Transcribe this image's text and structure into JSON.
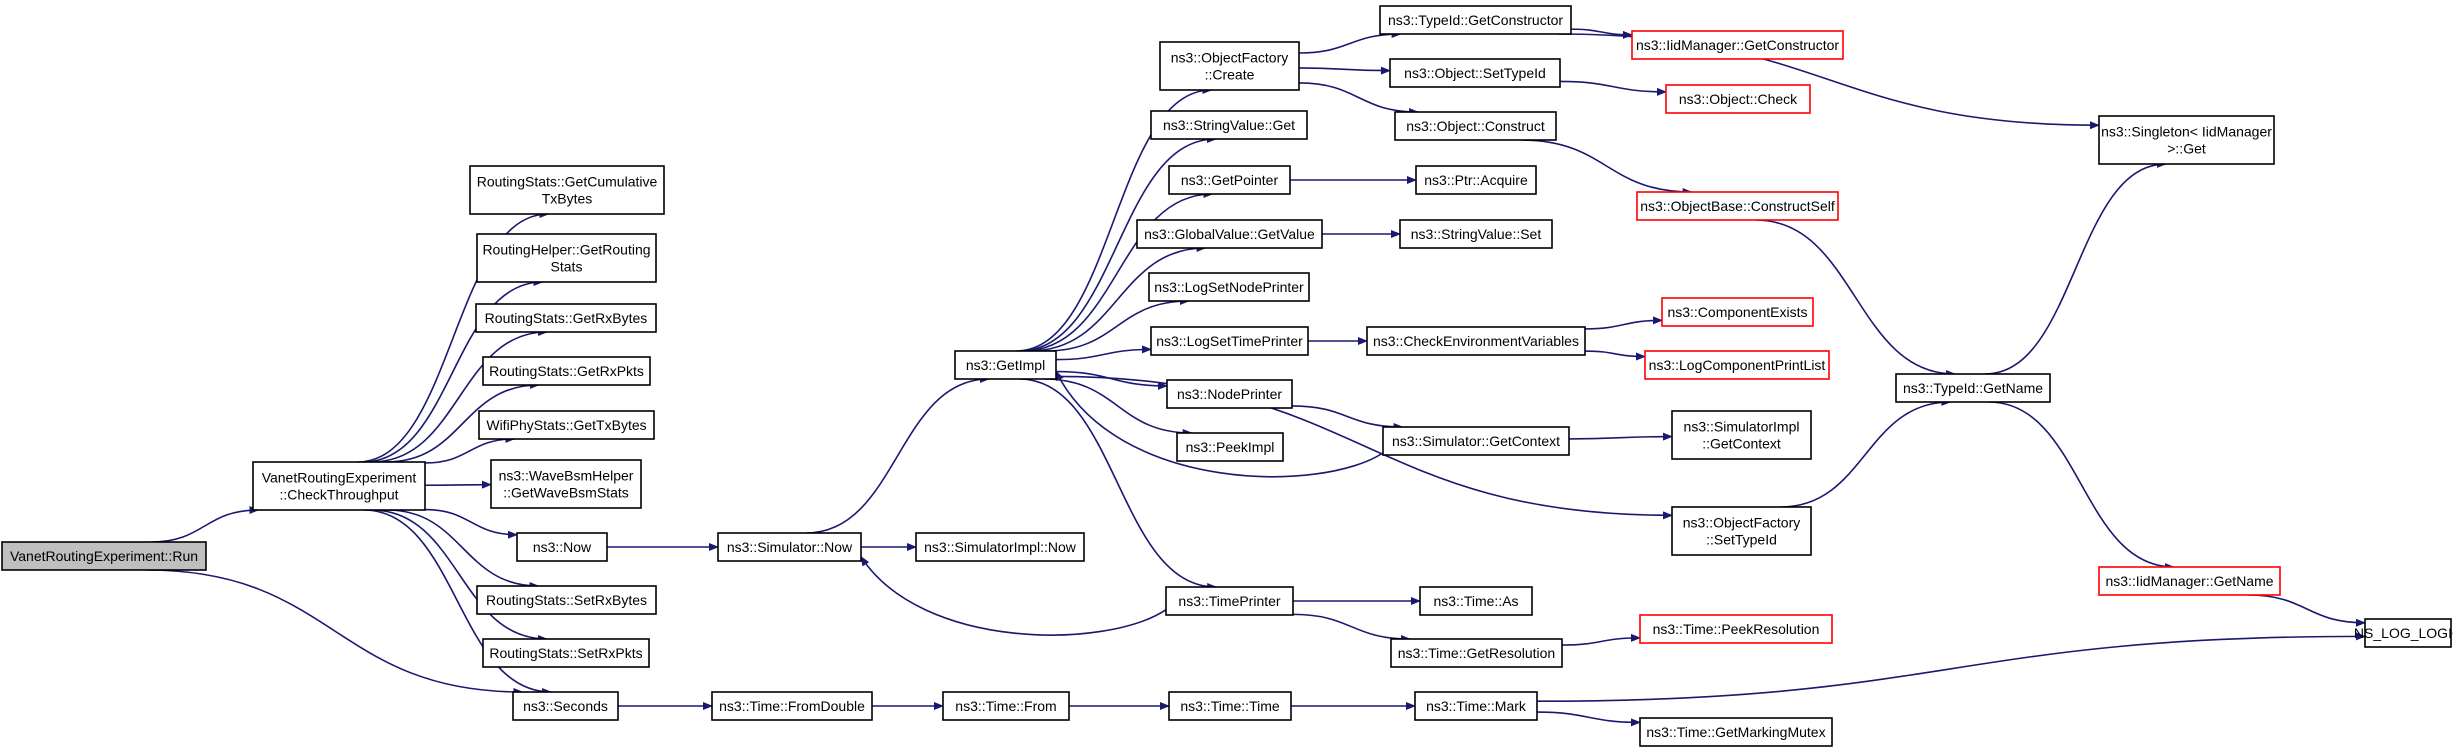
{
  "graph": {
    "nodes": [
      {
        "id": "run",
        "lines": [
          "VanetRoutingExperiment::Run"
        ],
        "style": "root"
      },
      {
        "id": "checkthroughput",
        "lines": [
          "VanetRoutingExperiment",
          "::CheckThroughput"
        ]
      },
      {
        "id": "gettxcum",
        "lines": [
          "RoutingStats::GetCumulative",
          "TxBytes"
        ]
      },
      {
        "id": "getroutingstats",
        "lines": [
          "RoutingHelper::GetRouting",
          "Stats"
        ]
      },
      {
        "id": "getrxbytes",
        "lines": [
          "RoutingStats::GetRxBytes"
        ]
      },
      {
        "id": "getrxpkts",
        "lines": [
          "RoutingStats::GetRxPkts"
        ]
      },
      {
        "id": "wifigettx",
        "lines": [
          "WifiPhyStats::GetTxBytes"
        ]
      },
      {
        "id": "getwavebsm",
        "lines": [
          "ns3::WaveBsmHelper",
          "::GetWaveBsmStats"
        ]
      },
      {
        "id": "now",
        "lines": [
          "ns3::Now"
        ]
      },
      {
        "id": "setrxbytes",
        "lines": [
          "RoutingStats::SetRxBytes"
        ]
      },
      {
        "id": "setrxpkts",
        "lines": [
          "RoutingStats::SetRxPkts"
        ]
      },
      {
        "id": "seconds",
        "lines": [
          "ns3::Seconds"
        ]
      },
      {
        "id": "simnow",
        "lines": [
          "ns3::Simulator::Now"
        ]
      },
      {
        "id": "fromdouble",
        "lines": [
          "ns3::Time::FromDouble"
        ]
      },
      {
        "id": "simimplnow",
        "lines": [
          "ns3::SimulatorImpl::Now"
        ]
      },
      {
        "id": "getimpl",
        "lines": [
          "ns3::GetImpl"
        ]
      },
      {
        "id": "timefrom",
        "lines": [
          "ns3::Time::From"
        ]
      },
      {
        "id": "ofcreate",
        "lines": [
          "ns3::ObjectFactory",
          "::Create"
        ]
      },
      {
        "id": "strvalget",
        "lines": [
          "ns3::StringValue::Get"
        ]
      },
      {
        "id": "getpointer",
        "lines": [
          "ns3::GetPointer"
        ]
      },
      {
        "id": "gvgetvalue",
        "lines": [
          "ns3::GlobalValue::GetValue"
        ]
      },
      {
        "id": "logsetnode",
        "lines": [
          "ns3::LogSetNodePrinter"
        ]
      },
      {
        "id": "logsettime",
        "lines": [
          "ns3::LogSetTimePrinter"
        ]
      },
      {
        "id": "nodeprinter",
        "lines": [
          "ns3::NodePrinter"
        ]
      },
      {
        "id": "peekimpl",
        "lines": [
          "ns3::PeekImpl"
        ]
      },
      {
        "id": "timeprinter",
        "lines": [
          "ns3::TimePrinter"
        ]
      },
      {
        "id": "timetime",
        "lines": [
          "ns3::Time::Time"
        ]
      },
      {
        "id": "tidgetctor",
        "lines": [
          "ns3::TypeId::GetConstructor"
        ]
      },
      {
        "id": "objsettypeid",
        "lines": [
          "ns3::Object::SetTypeId"
        ]
      },
      {
        "id": "objconstruct",
        "lines": [
          "ns3::Object::Construct"
        ]
      },
      {
        "id": "ptracquire",
        "lines": [
          "ns3::Ptr::Acquire"
        ]
      },
      {
        "id": "strvalset",
        "lines": [
          "ns3::StringValue::Set"
        ]
      },
      {
        "id": "checkenv",
        "lines": [
          "ns3::CheckEnvironmentVariables"
        ]
      },
      {
        "id": "simgetctx",
        "lines": [
          "ns3::Simulator::GetContext"
        ]
      },
      {
        "id": "ofsettypeid",
        "lines": [
          "ns3::ObjectFactory",
          "::SetTypeId"
        ]
      },
      {
        "id": "timeas",
        "lines": [
          "ns3::Time::As"
        ]
      },
      {
        "id": "getres",
        "lines": [
          "ns3::Time::GetResolution"
        ]
      },
      {
        "id": "timemark",
        "lines": [
          "ns3::Time::Mark"
        ]
      },
      {
        "id": "iidgetctor",
        "lines": [
          "ns3::IidManager::GetConstructor"
        ],
        "style": "ext"
      },
      {
        "id": "objcheck",
        "lines": [
          "ns3::Object::Check"
        ],
        "style": "ext"
      },
      {
        "id": "obconstructself",
        "lines": [
          "ns3::ObjectBase::ConstructSelf"
        ],
        "style": "ext"
      },
      {
        "id": "compexists",
        "lines": [
          "ns3::ComponentExists"
        ],
        "style": "ext"
      },
      {
        "id": "logcomplist",
        "lines": [
          "ns3::LogComponentPrintList"
        ],
        "style": "ext"
      },
      {
        "id": "simimplctx",
        "lines": [
          "ns3::SimulatorImpl",
          "::GetContext"
        ]
      },
      {
        "id": "peekres",
        "lines": [
          "ns3::Time::PeekResolution"
        ],
        "style": "ext"
      },
      {
        "id": "getmarkingmutex",
        "lines": [
          "ns3::Time::GetMarkingMutex"
        ]
      },
      {
        "id": "tidgetname",
        "lines": [
          "ns3::TypeId::GetName"
        ]
      },
      {
        "id": "singleton",
        "lines": [
          "ns3::Singleton< IidManager",
          " >::Get"
        ]
      },
      {
        "id": "iidgetname",
        "lines": [
          "ns3::IidManager::GetName"
        ],
        "style": "ext"
      },
      {
        "id": "nslog",
        "lines": [
          "NS_LOG_LOGIC"
        ]
      }
    ],
    "edges": [
      [
        "run",
        "checkthroughput"
      ],
      [
        "run",
        "seconds"
      ],
      [
        "checkthroughput",
        "gettxcum"
      ],
      [
        "checkthroughput",
        "getroutingstats"
      ],
      [
        "checkthroughput",
        "getrxbytes"
      ],
      [
        "checkthroughput",
        "getrxpkts"
      ],
      [
        "checkthroughput",
        "wifigettx"
      ],
      [
        "checkthroughput",
        "getwavebsm"
      ],
      [
        "checkthroughput",
        "now"
      ],
      [
        "checkthroughput",
        "setrxbytes"
      ],
      [
        "checkthroughput",
        "setrxpkts"
      ],
      [
        "checkthroughput",
        "seconds"
      ],
      [
        "now",
        "simnow"
      ],
      [
        "simnow",
        "getimpl"
      ],
      [
        "simnow",
        "simimplnow"
      ],
      [
        "seconds",
        "fromdouble"
      ],
      [
        "fromdouble",
        "timefrom"
      ],
      [
        "timefrom",
        "timetime"
      ],
      [
        "timetime",
        "timemark"
      ],
      [
        "timemark",
        "getmarkingmutex"
      ],
      [
        "timemark",
        "nslog"
      ],
      [
        "getimpl",
        "ofcreate"
      ],
      [
        "getimpl",
        "strvalget"
      ],
      [
        "getimpl",
        "getpointer"
      ],
      [
        "getimpl",
        "gvgetvalue"
      ],
      [
        "getimpl",
        "logsetnode"
      ],
      [
        "getimpl",
        "logsettime"
      ],
      [
        "getimpl",
        "nodeprinter"
      ],
      [
        "getimpl",
        "peekimpl"
      ],
      [
        "getimpl",
        "timeprinter"
      ],
      [
        "getimpl",
        "ofsettypeid"
      ],
      [
        "simgetctx",
        "getimpl"
      ],
      [
        "ofcreate",
        "tidgetctor"
      ],
      [
        "ofcreate",
        "objsettypeid"
      ],
      [
        "ofcreate",
        "objconstruct"
      ],
      [
        "tidgetctor",
        "iidgetctor"
      ],
      [
        "tidgetctor",
        "singleton"
      ],
      [
        "objsettypeid",
        "objcheck"
      ],
      [
        "objconstruct",
        "obconstructself"
      ],
      [
        "obconstructself",
        "tidgetname"
      ],
      [
        "getpointer",
        "ptracquire"
      ],
      [
        "gvgetvalue",
        "strvalset"
      ],
      [
        "logsettime",
        "checkenv"
      ],
      [
        "checkenv",
        "compexists"
      ],
      [
        "checkenv",
        "logcomplist"
      ],
      [
        "nodeprinter",
        "simgetctx"
      ],
      [
        "simgetctx",
        "simimplctx"
      ],
      [
        "timeprinter",
        "simnow"
      ],
      [
        "timeprinter",
        "timeas"
      ],
      [
        "timeprinter",
        "getres"
      ],
      [
        "getres",
        "peekres"
      ],
      [
        "ofsettypeid",
        "tidgetname"
      ],
      [
        "tidgetname",
        "singleton"
      ],
      [
        "tidgetname",
        "iidgetname"
      ],
      [
        "iidgetname",
        "nslog"
      ]
    ]
  }
}
